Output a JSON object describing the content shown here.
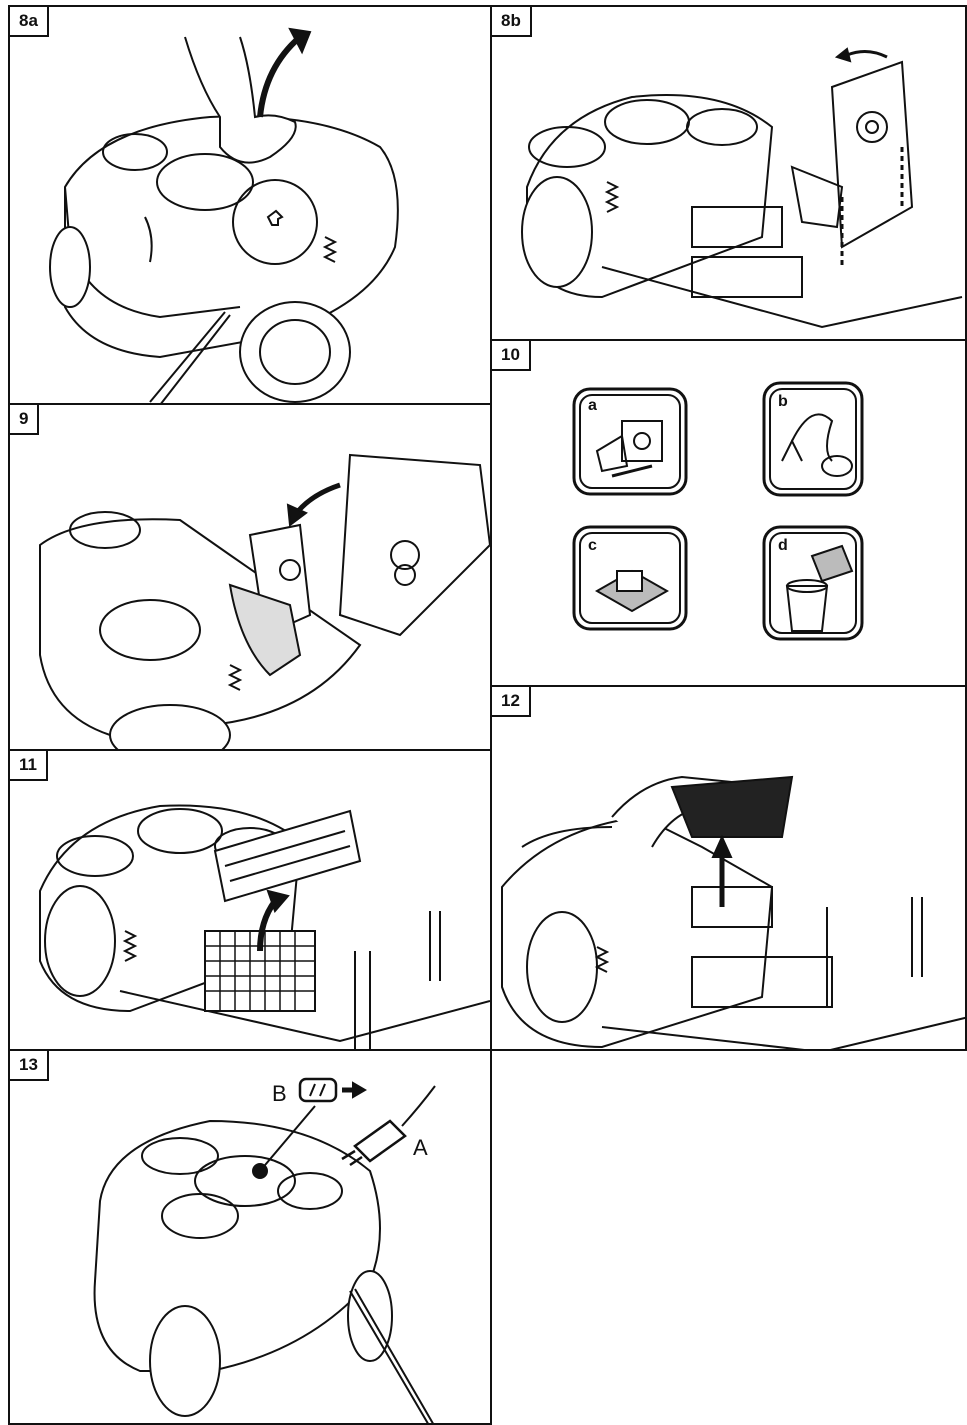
{
  "panels": {
    "p8a": {
      "label": "8a"
    },
    "p8b": {
      "label": "8b"
    },
    "p9": {
      "label": "9"
    },
    "p10": {
      "label": "10",
      "steps": [
        "a",
        "b",
        "c",
        "d"
      ]
    },
    "p11": {
      "label": "11"
    },
    "p12": {
      "label": "12"
    },
    "p13": {
      "label": "13",
      "callout_b": "B",
      "callout_a": "A"
    }
  }
}
